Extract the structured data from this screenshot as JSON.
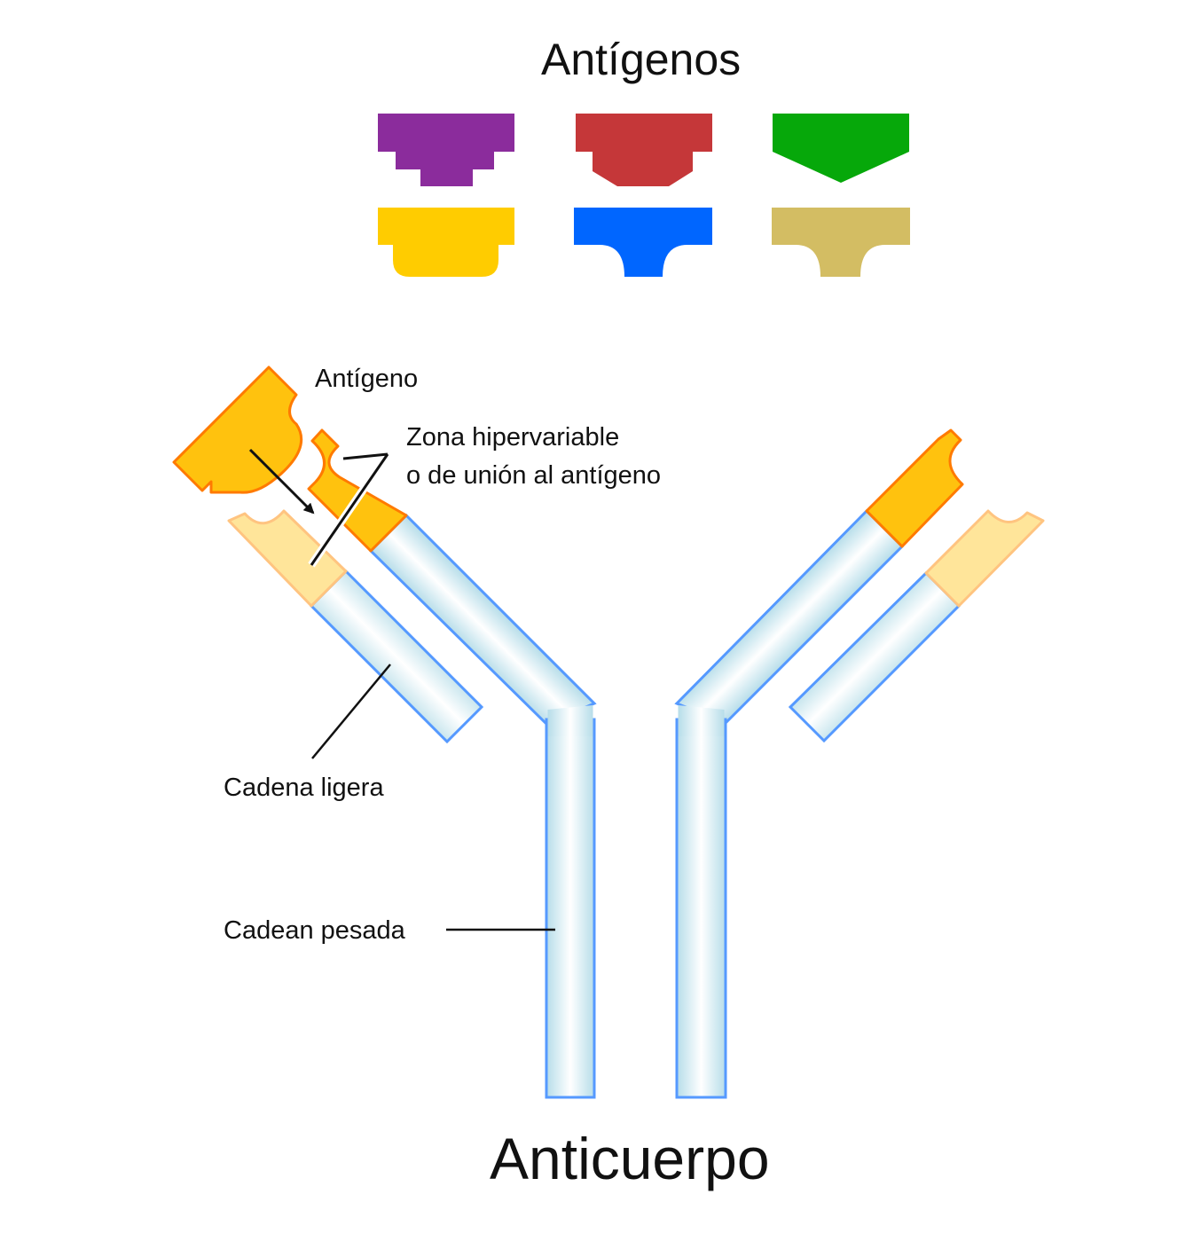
{
  "title_top": "Antígenos",
  "title_bottom": "Anticuerpo",
  "labels": {
    "antigen": "Antígeno",
    "hypervariable_line1": "Zona hipervariable",
    "hypervariable_line2": "o de unión al antígeno",
    "light_chain": "Cadena ligera",
    "heavy_chain": "Cadean pesada"
  },
  "colors": {
    "antigen_purple": "#8b2c9c",
    "antigen_red": "#c53739",
    "antigen_green": "#06a80a",
    "antigen_yellow": "#ffcc00",
    "antigen_blue": "#0066ff",
    "antigen_khaki": "#d3bd63",
    "hypervariable_heavy": "#ffc20e",
    "hypervariable_heavy_stroke": "#ff7a00",
    "hypervariable_light": "#ffe59a",
    "hypervariable_light_stroke": "#ffc480",
    "chain_stroke": "#5599ff",
    "chain_fill_center": "#ffffff",
    "chain_fill_edge": "#b6dde9"
  }
}
